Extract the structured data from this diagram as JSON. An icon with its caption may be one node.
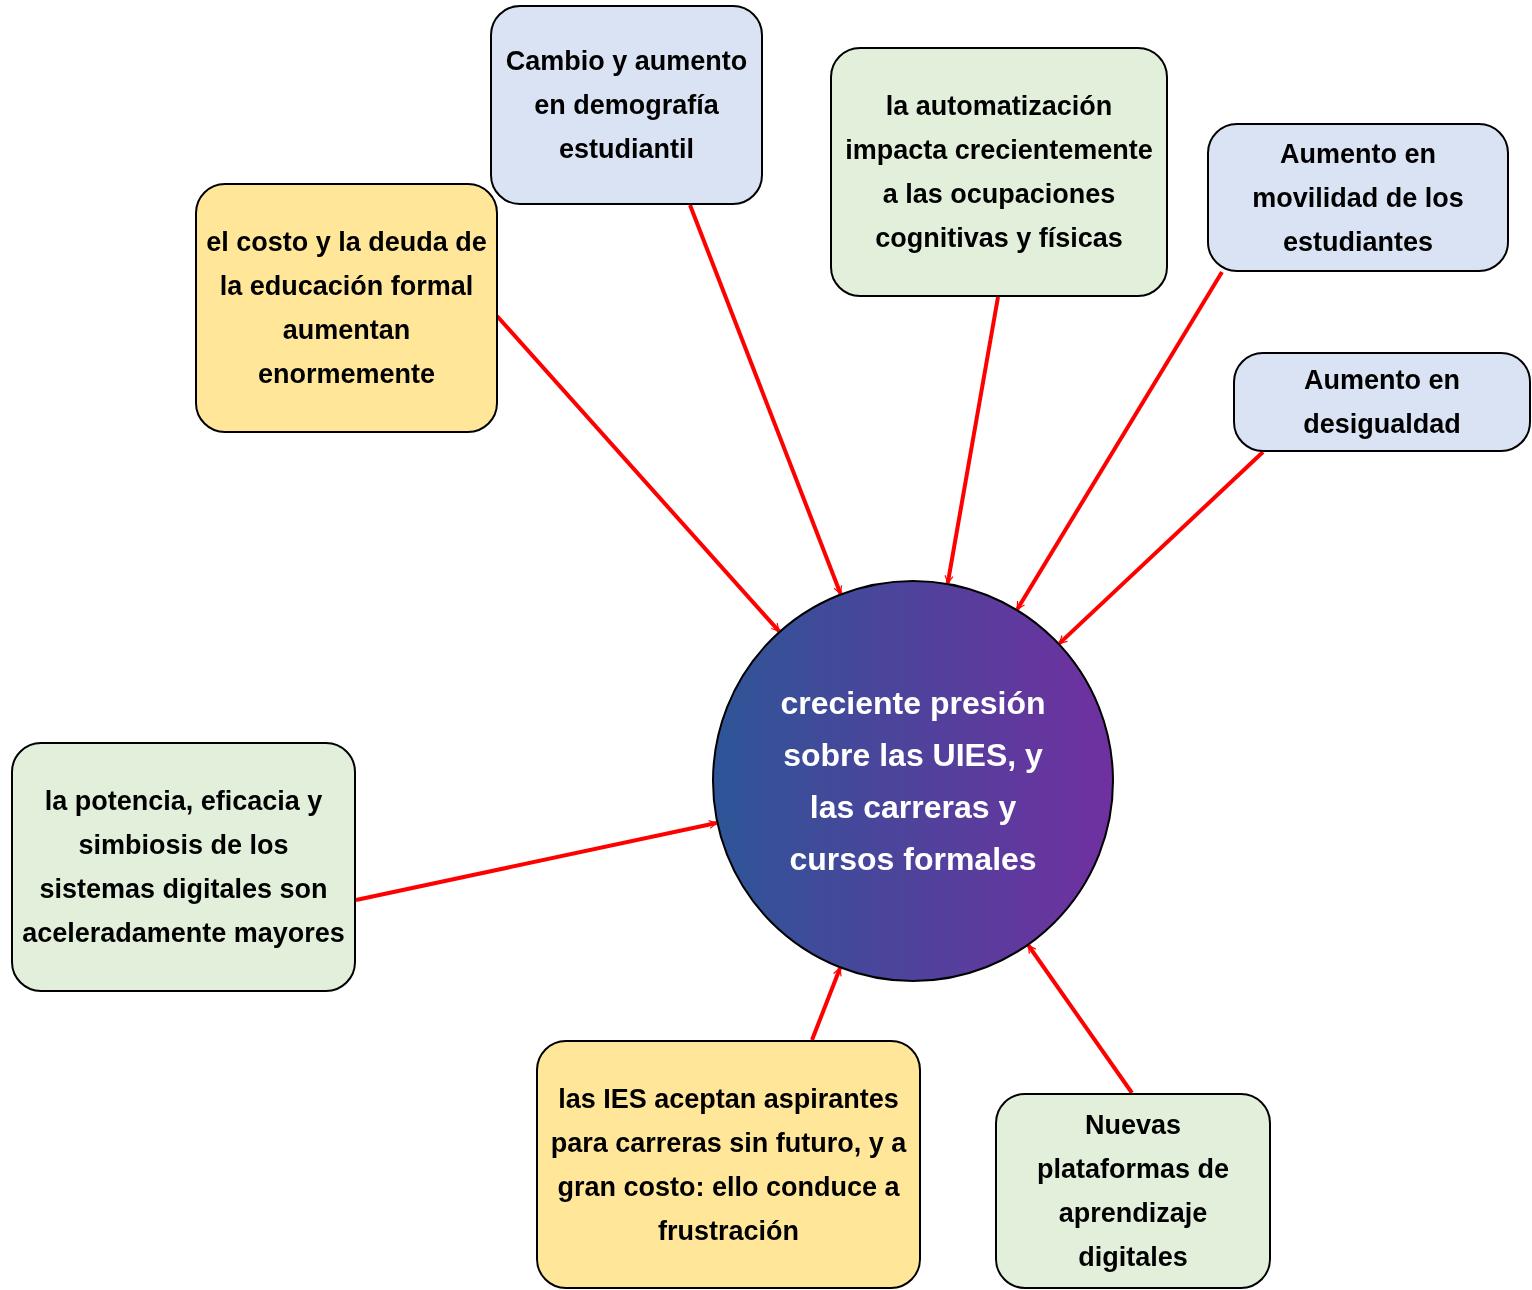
{
  "diagram": {
    "nodes": [
      {
        "text": [
          "Cambio y aumento en demografía estudiantil"
        ]
      },
      {
        "text": [
          "la automatización impacta crecientemente a las ocupaciones cognitivas y físicas"
        ]
      },
      {
        "text": [
          "Aumento en movilidad de los estudiantes"
        ]
      },
      {
        "text": [
          "el costo y la deuda de la educación formal aumentan enormemente"
        ]
      },
      {
        "text": [
          "Aumento en desigualdad"
        ]
      },
      {
        "text": [
          "creciente presión sobre las UIES, y las carreras y cursos formales"
        ]
      },
      {
        "text": [
          "la potencia, eficacia y simbiosis de los sistemas digitales son aceleradamente mayores"
        ]
      },
      {
        "text": [
          "las IES aceptan aspirantes para carreras sin futuro, y a gran costo: ello conduce a frustración"
        ]
      },
      {
        "text": [
          "Nuevas plataformas de aprendizaje digitales"
        ]
      }
    ],
    "edges": [
      {
        "from": 0,
        "to": 5,
        "arrow": "to"
      },
      {
        "from": 1,
        "to": 5,
        "arrow": "to"
      },
      {
        "from": 2,
        "to": 5,
        "arrow": "to"
      },
      {
        "from": 3,
        "to": 5,
        "arrow": "to"
      },
      {
        "from": 4,
        "to": 5,
        "arrow": "to"
      },
      {
        "from": 6,
        "to": 5,
        "arrow": "to"
      },
      {
        "from": 7,
        "to": 5,
        "arrow": "to"
      },
      {
        "from": 8,
        "to": 5,
        "arrow": "to"
      }
    ]
  }
}
